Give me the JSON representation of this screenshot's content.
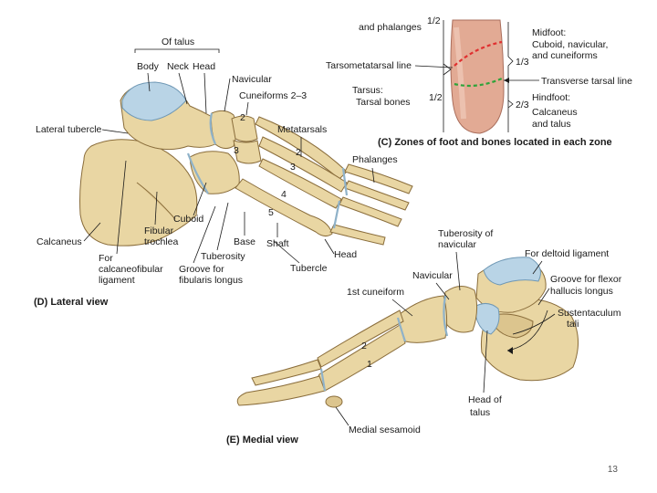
{
  "panel_c": {
    "caption": "(C) Zones of foot and bones located in each zone",
    "labels": {
      "phalanges_top": "and phalanges",
      "frac_top": "1/2",
      "midfoot_title": "Midfoot:",
      "midfoot_l1": "Cuboid, navicular,",
      "midfoot_l2": "and cuneiforms",
      "tarsometatarsal": "Tarsometatarsal line",
      "frac_1_3": "1/3",
      "transverse": "Transverse tarsal line",
      "tarsus_title": "Tarsus:",
      "tarsus_sub": "Tarsal bones",
      "frac_1_2": "1/2",
      "frac_2_3": "2/3",
      "hindfoot_title": "Hindfoot:",
      "hindfoot_l1": "Calcaneus",
      "hindfoot_l2": "and talus"
    }
  },
  "panel_d": {
    "caption": "(D) Lateral view",
    "labels": {
      "of_talus": "Of talus",
      "body": "Body",
      "neck": "Neck",
      "head": "Head",
      "navicular": "Navicular",
      "cuneiforms": "Cuneiforms 2–3",
      "lateral_tubercle": "Lateral tubercle",
      "metatarsals": "Metatarsals",
      "phalanges": "Phalanges",
      "calcaneus": "Calcaneus",
      "for_calc_l1": "For",
      "for_calc_l2": "calcaneofibular",
      "for_calc_l3": "ligament",
      "fibular_l1": "Fibular",
      "fibular_l2": "trochlea",
      "cuboid": "Cuboid",
      "base": "Base",
      "shaft": "Shaft",
      "head_mt": "Head",
      "tuberosity": "Tuberosity",
      "groove_l1": "Groove for",
      "groove_l2": "fibularis longus",
      "tubercle": "Tubercle"
    },
    "numbers": [
      "2",
      "3",
      "2",
      "3",
      "4",
      "5"
    ]
  },
  "panel_e": {
    "caption": "(E) Medial view",
    "labels": {
      "tuberosity_nav_l1": "Tuberosity of",
      "tuberosity_nav_l2": "navicular",
      "for_deltoid": "For deltoid ligament",
      "navicular": "Navicular",
      "groove_fhl_l1": "Groove for flexor",
      "groove_fhl_l2": "hallucis longus",
      "first_cuneiform": "1st cuneiform",
      "sustentaculum_l1": "Sustentaculum",
      "sustentaculum_l2": "tali",
      "head_talus_l1": "Head of",
      "head_talus_l2": "talus",
      "medial_sesamoid": "Medial sesamoid"
    },
    "numbers": [
      "2",
      "1"
    ]
  },
  "page": {
    "number": "13"
  },
  "colors": {
    "bone": "#e9d6a3",
    "cartilage": "#b9d4e6",
    "tarsometatarsal_line": "#e03030",
    "transverse_line": "#2fa33a"
  }
}
